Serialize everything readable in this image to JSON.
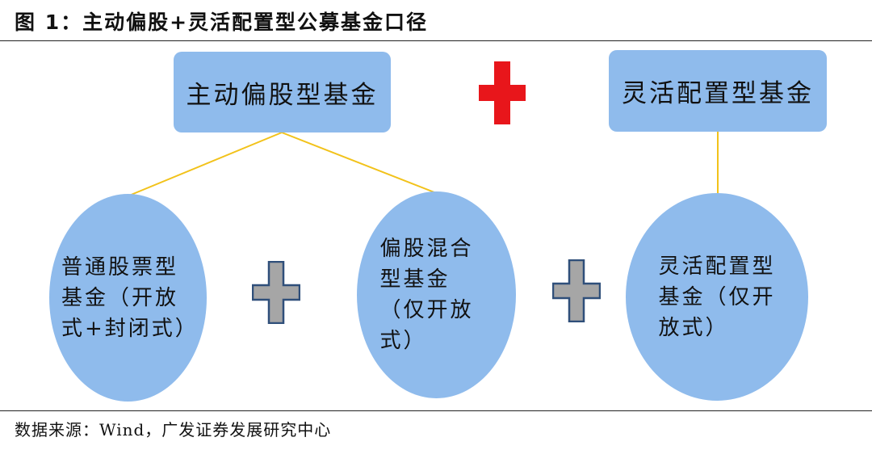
{
  "header": {
    "title": "图 1：主动偏股+灵活配置型公募基金口径"
  },
  "diagram": {
    "top_nodes": {
      "active_equity": "主动偏股型基金",
      "flexible_allocation": "灵活配置型基金"
    },
    "sub_nodes": {
      "ordinary_stock": "普通股票型基金（开放式+封闭式）",
      "equity_hybrid": "偏股混合型基金（仅开放式）",
      "flexible_allocation_open": "灵活配置型基金（仅开放式）"
    }
  },
  "colors": {
    "node_fill": "#8fbbec",
    "connector": "#f2c21a",
    "red_plus": "#e8161b",
    "gray_plus_fill": "#a6a6a6",
    "gray_plus_stroke": "#2f4f7a"
  },
  "icons": {
    "big_plus": "red-plus-icon",
    "small_plus": "gray-plus-icon"
  },
  "footer": {
    "source": "数据来源：Wind，广发证券发展研究中心"
  }
}
